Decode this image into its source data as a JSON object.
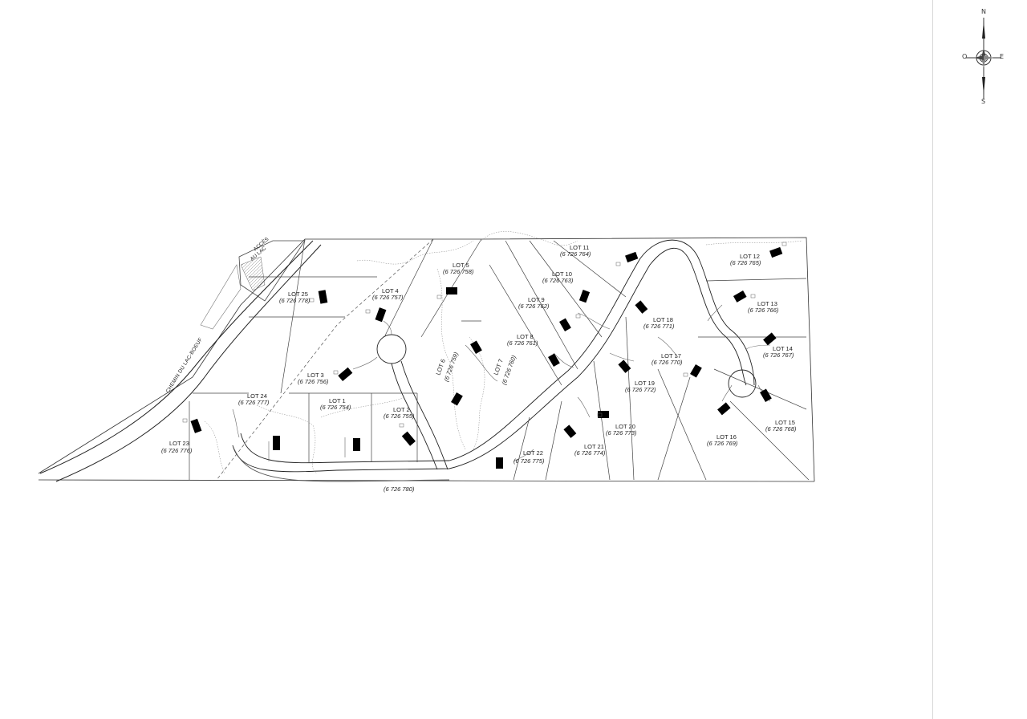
{
  "compass": {
    "north": "N",
    "south": "S",
    "east": "E",
    "west": "O"
  },
  "road": {
    "name": "CHEMIN DU LAC-BOEUF"
  },
  "lake_access": {
    "line1": "ACCÈS",
    "line2": "AU LAC"
  },
  "bottom_parcel": {
    "number": "(6 726 780)"
  },
  "lots": [
    {
      "id": "lot-1",
      "name": "LOT 1",
      "number": "(6 726 754)"
    },
    {
      "id": "lot-2",
      "name": "LOT 2",
      "number": "(6 726 755)"
    },
    {
      "id": "lot-3",
      "name": "LOT 3",
      "number": "(6 726 756)"
    },
    {
      "id": "lot-4",
      "name": "LOT 4",
      "number": "(6 726 757)"
    },
    {
      "id": "lot-5",
      "name": "LOT 5",
      "number": "(6 726 758)"
    },
    {
      "id": "lot-6",
      "name": "LOT 6",
      "number": "(6 726 759)"
    },
    {
      "id": "lot-7",
      "name": "LOT 7",
      "number": "(6 726 760)"
    },
    {
      "id": "lot-8",
      "name": "LOT 8",
      "number": "(6 726 761)"
    },
    {
      "id": "lot-9",
      "name": "LOT 9",
      "number": "(6 726 762)"
    },
    {
      "id": "lot-10",
      "name": "LOT 10",
      "number": "(6 726 763)"
    },
    {
      "id": "lot-11",
      "name": "LOT 11",
      "number": "(6 726 764)"
    },
    {
      "id": "lot-12",
      "name": "LOT 12",
      "number": "(6 726 765)"
    },
    {
      "id": "lot-13",
      "name": "LOT 13",
      "number": "(6 726 766)"
    },
    {
      "id": "lot-14",
      "name": "LOT 14",
      "number": "(6 726 767)"
    },
    {
      "id": "lot-15",
      "name": "LOT 15",
      "number": "(6 726 768)"
    },
    {
      "id": "lot-16",
      "name": "LOT 16",
      "number": "(6 726 769)"
    },
    {
      "id": "lot-17",
      "name": "LOT 17",
      "number": "(6 726 770)"
    },
    {
      "id": "lot-18",
      "name": "LOT 18",
      "number": "(6 726 771)"
    },
    {
      "id": "lot-19",
      "name": "LOT 19",
      "number": "(6 726 772)"
    },
    {
      "id": "lot-20",
      "name": "LOT 20",
      "number": "(6 726 773)"
    },
    {
      "id": "lot-21",
      "name": "LOT 21",
      "number": "(6 726 774)"
    },
    {
      "id": "lot-22",
      "name": "LOT 22",
      "number": "(6 726 775)"
    },
    {
      "id": "lot-23",
      "name": "LOT 23",
      "number": "(6 726 776)"
    },
    {
      "id": "lot-24",
      "name": "LOT 24",
      "number": "(6 726 777)"
    },
    {
      "id": "lot-25",
      "name": "LOT 25",
      "number": "(6 726 778)"
    }
  ]
}
